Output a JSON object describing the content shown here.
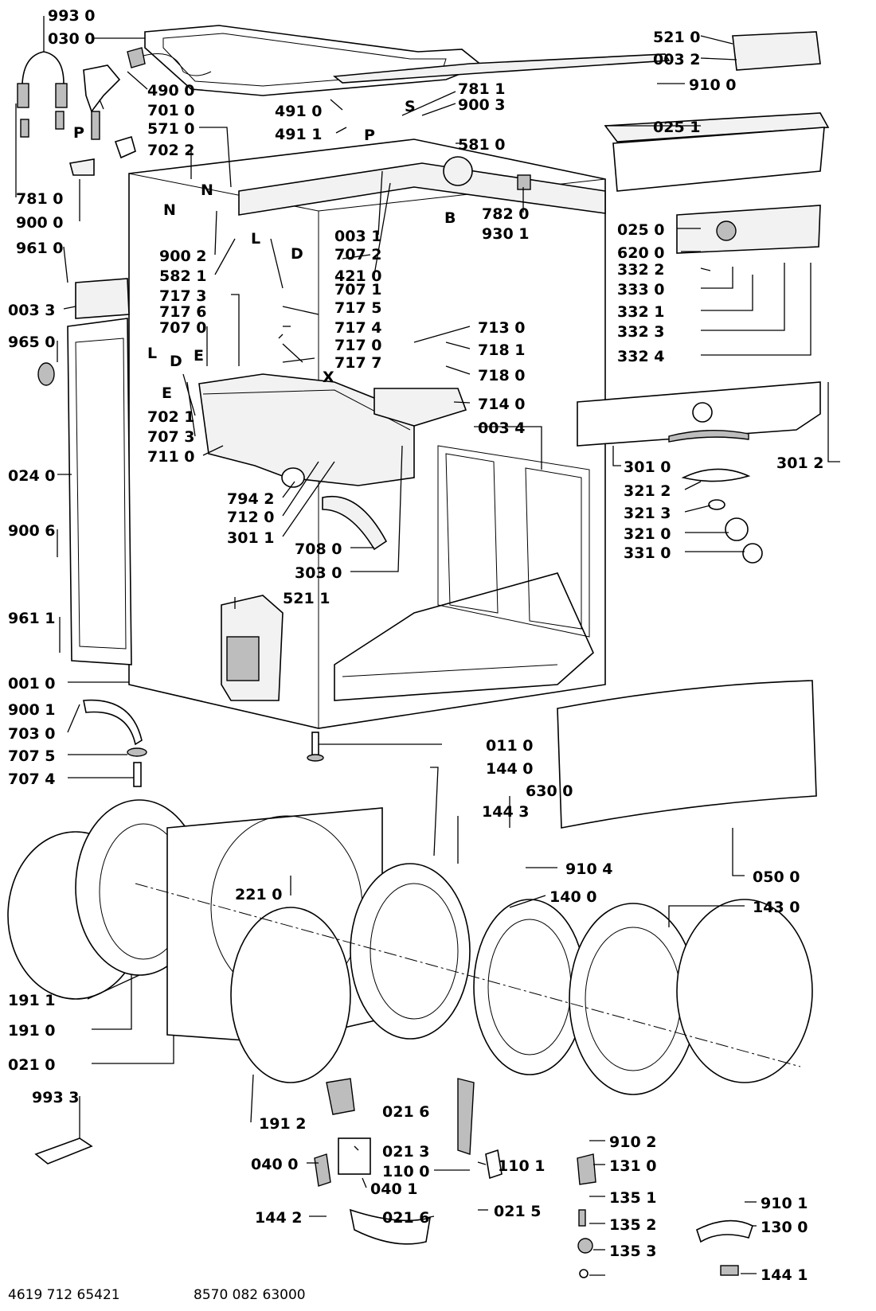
{
  "labels": [
    "993 0",
    "030 0",
    "490 0",
    "701 0",
    "571 0",
    "702 2",
    "781 0",
    "900 0",
    "961 0",
    "003 3",
    "965 0",
    "024 0",
    "900 6",
    "961 1",
    "001 0",
    "900 1",
    "703 0",
    "707 5",
    "707 4",
    "191 1",
    "191 0",
    "021 0",
    "993 3",
    "491 0",
    "491 1",
    "781 1",
    "900 3",
    "581 0",
    "782 0",
    "930 1",
    "003 1",
    "707 2",
    "421 0",
    "900 2",
    "582 1",
    "707 1",
    "717 3",
    "717 5",
    "717 6",
    "717 4",
    "707 0",
    "717 0",
    "717 7",
    "702 1",
    "707 3",
    "711 0",
    "794 2",
    "712 0",
    "301 1",
    "708 0",
    "303 0",
    "521 1",
    "713 0",
    "718 1",
    "718 0",
    "714 0",
    "003 4",
    "011 0",
    "144 0",
    "630 0",
    "144 3",
    "910 4",
    "221 0",
    "140 0",
    "143 0",
    "050 0",
    "191 2",
    "021 6",
    "021 3",
    "110 0",
    "110 1",
    "040 0",
    "040 1",
    "144 2",
    "021 5",
    "021 6",
    "910 2",
    "131 0",
    "135 1",
    "135 2",
    "135 3",
    "910 1",
    "130 0",
    "144 1",
    "521 0",
    "003 2",
    "910 0",
    "025 1",
    "025 0",
    "620 0",
    "332 2",
    "333 0",
    "332 1",
    "332 3",
    "332 4",
    "301 0",
    "301 2",
    "321 2",
    "321 3",
    "321 0",
    "331 0"
  ],
  "letters": [
    "P",
    "N",
    "N",
    "L",
    "D",
    "S",
    "P",
    "B",
    "L",
    "D",
    "E",
    "E",
    "X"
  ],
  "footer": {
    "left": "4619 712 65421",
    "right": "8570 082 63000"
  }
}
